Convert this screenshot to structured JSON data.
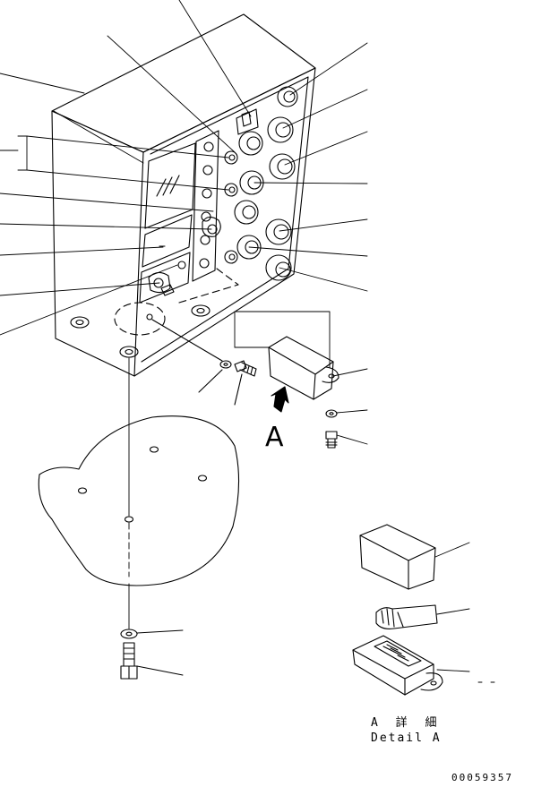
{
  "labels": {
    "view_marker": "A",
    "detail_title_jp": "A 詳 細",
    "detail_title_en": "Detail A",
    "drawing_number": "00059357"
  },
  "icons": [
    "view-arrow-icon"
  ],
  "colors": {
    "line": "#000000",
    "background": "#ffffff"
  }
}
